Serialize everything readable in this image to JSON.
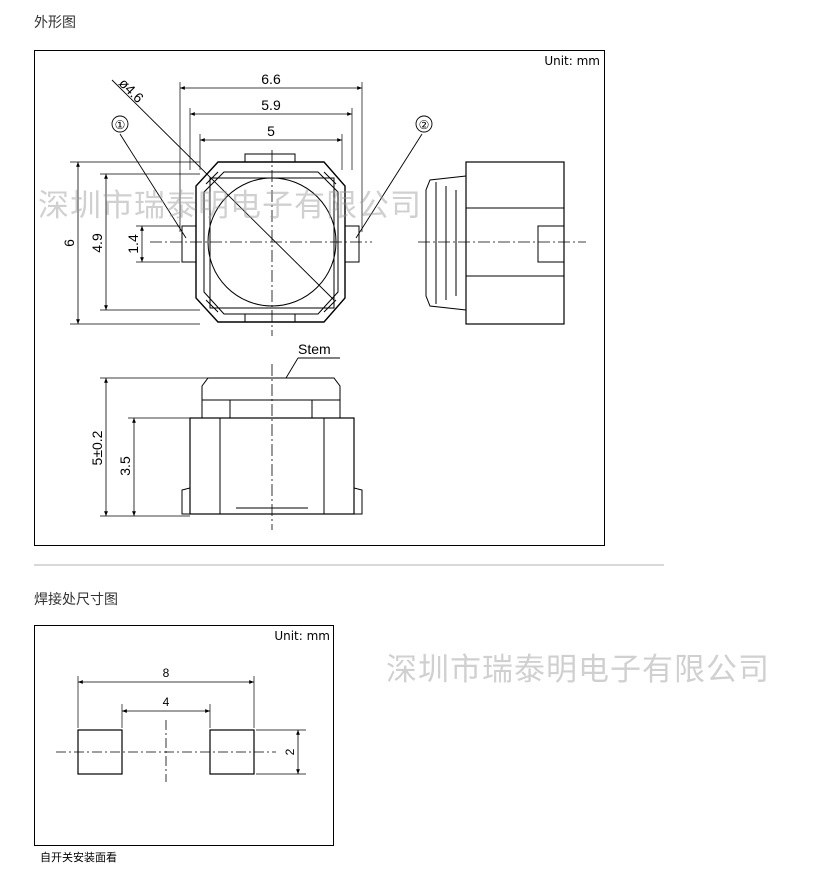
{
  "section1": {
    "heading": "外形图",
    "unit": "Unit: mm",
    "dims": {
      "w66": "6.6",
      "w59": "5.9",
      "w5": "5",
      "dia": "ø4.6",
      "h6": "6",
      "h49": "4.9",
      "h14": "1.4",
      "pin1": "①",
      "pin2": "②",
      "stem": "Stem",
      "h5": "5±0.2",
      "h35": "3.5"
    }
  },
  "section2": {
    "heading": "焊接处尺寸图",
    "unit": "Unit: mm",
    "dims": {
      "w8": "8",
      "w4": "4",
      "h2": "2"
    },
    "note": "自开关安装面看"
  },
  "watermark": "深圳市瑞泰明电子有限公司"
}
